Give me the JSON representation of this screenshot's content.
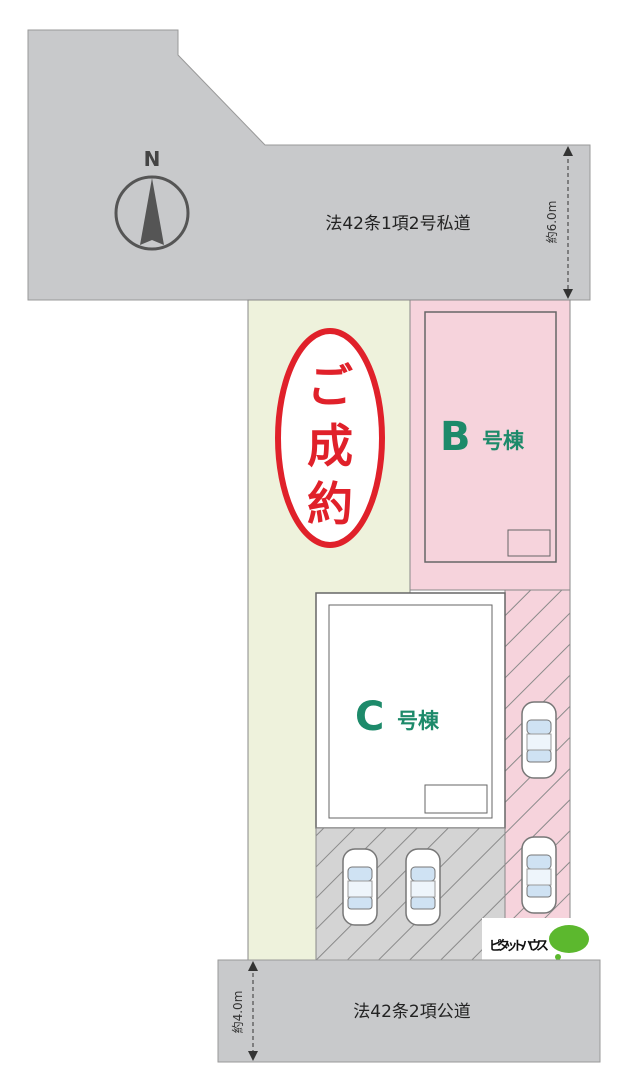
{
  "north_label": "N",
  "roads": {
    "north": {
      "label": "法42条1項2号私道",
      "width": "約6.0m"
    },
    "south": {
      "label": "法42条2項公道",
      "width": "約4.0m"
    }
  },
  "lots": {
    "b": {
      "letter": "B",
      "suffix": "号棟"
    },
    "c": {
      "letter": "C",
      "suffix": "号棟"
    },
    "sold": {
      "stamp": [
        "ご",
        "成",
        "約"
      ]
    }
  },
  "logo": {
    "text": "ピタットハウス"
  },
  "colors": {
    "road": "#c8c9cb",
    "green_lot": "#eef2dc",
    "pink_lot": "#f6d3dc",
    "stamp": "#e0212a",
    "lot_label": "#1d8a6a",
    "logo_green": "#5cb82e"
  }
}
